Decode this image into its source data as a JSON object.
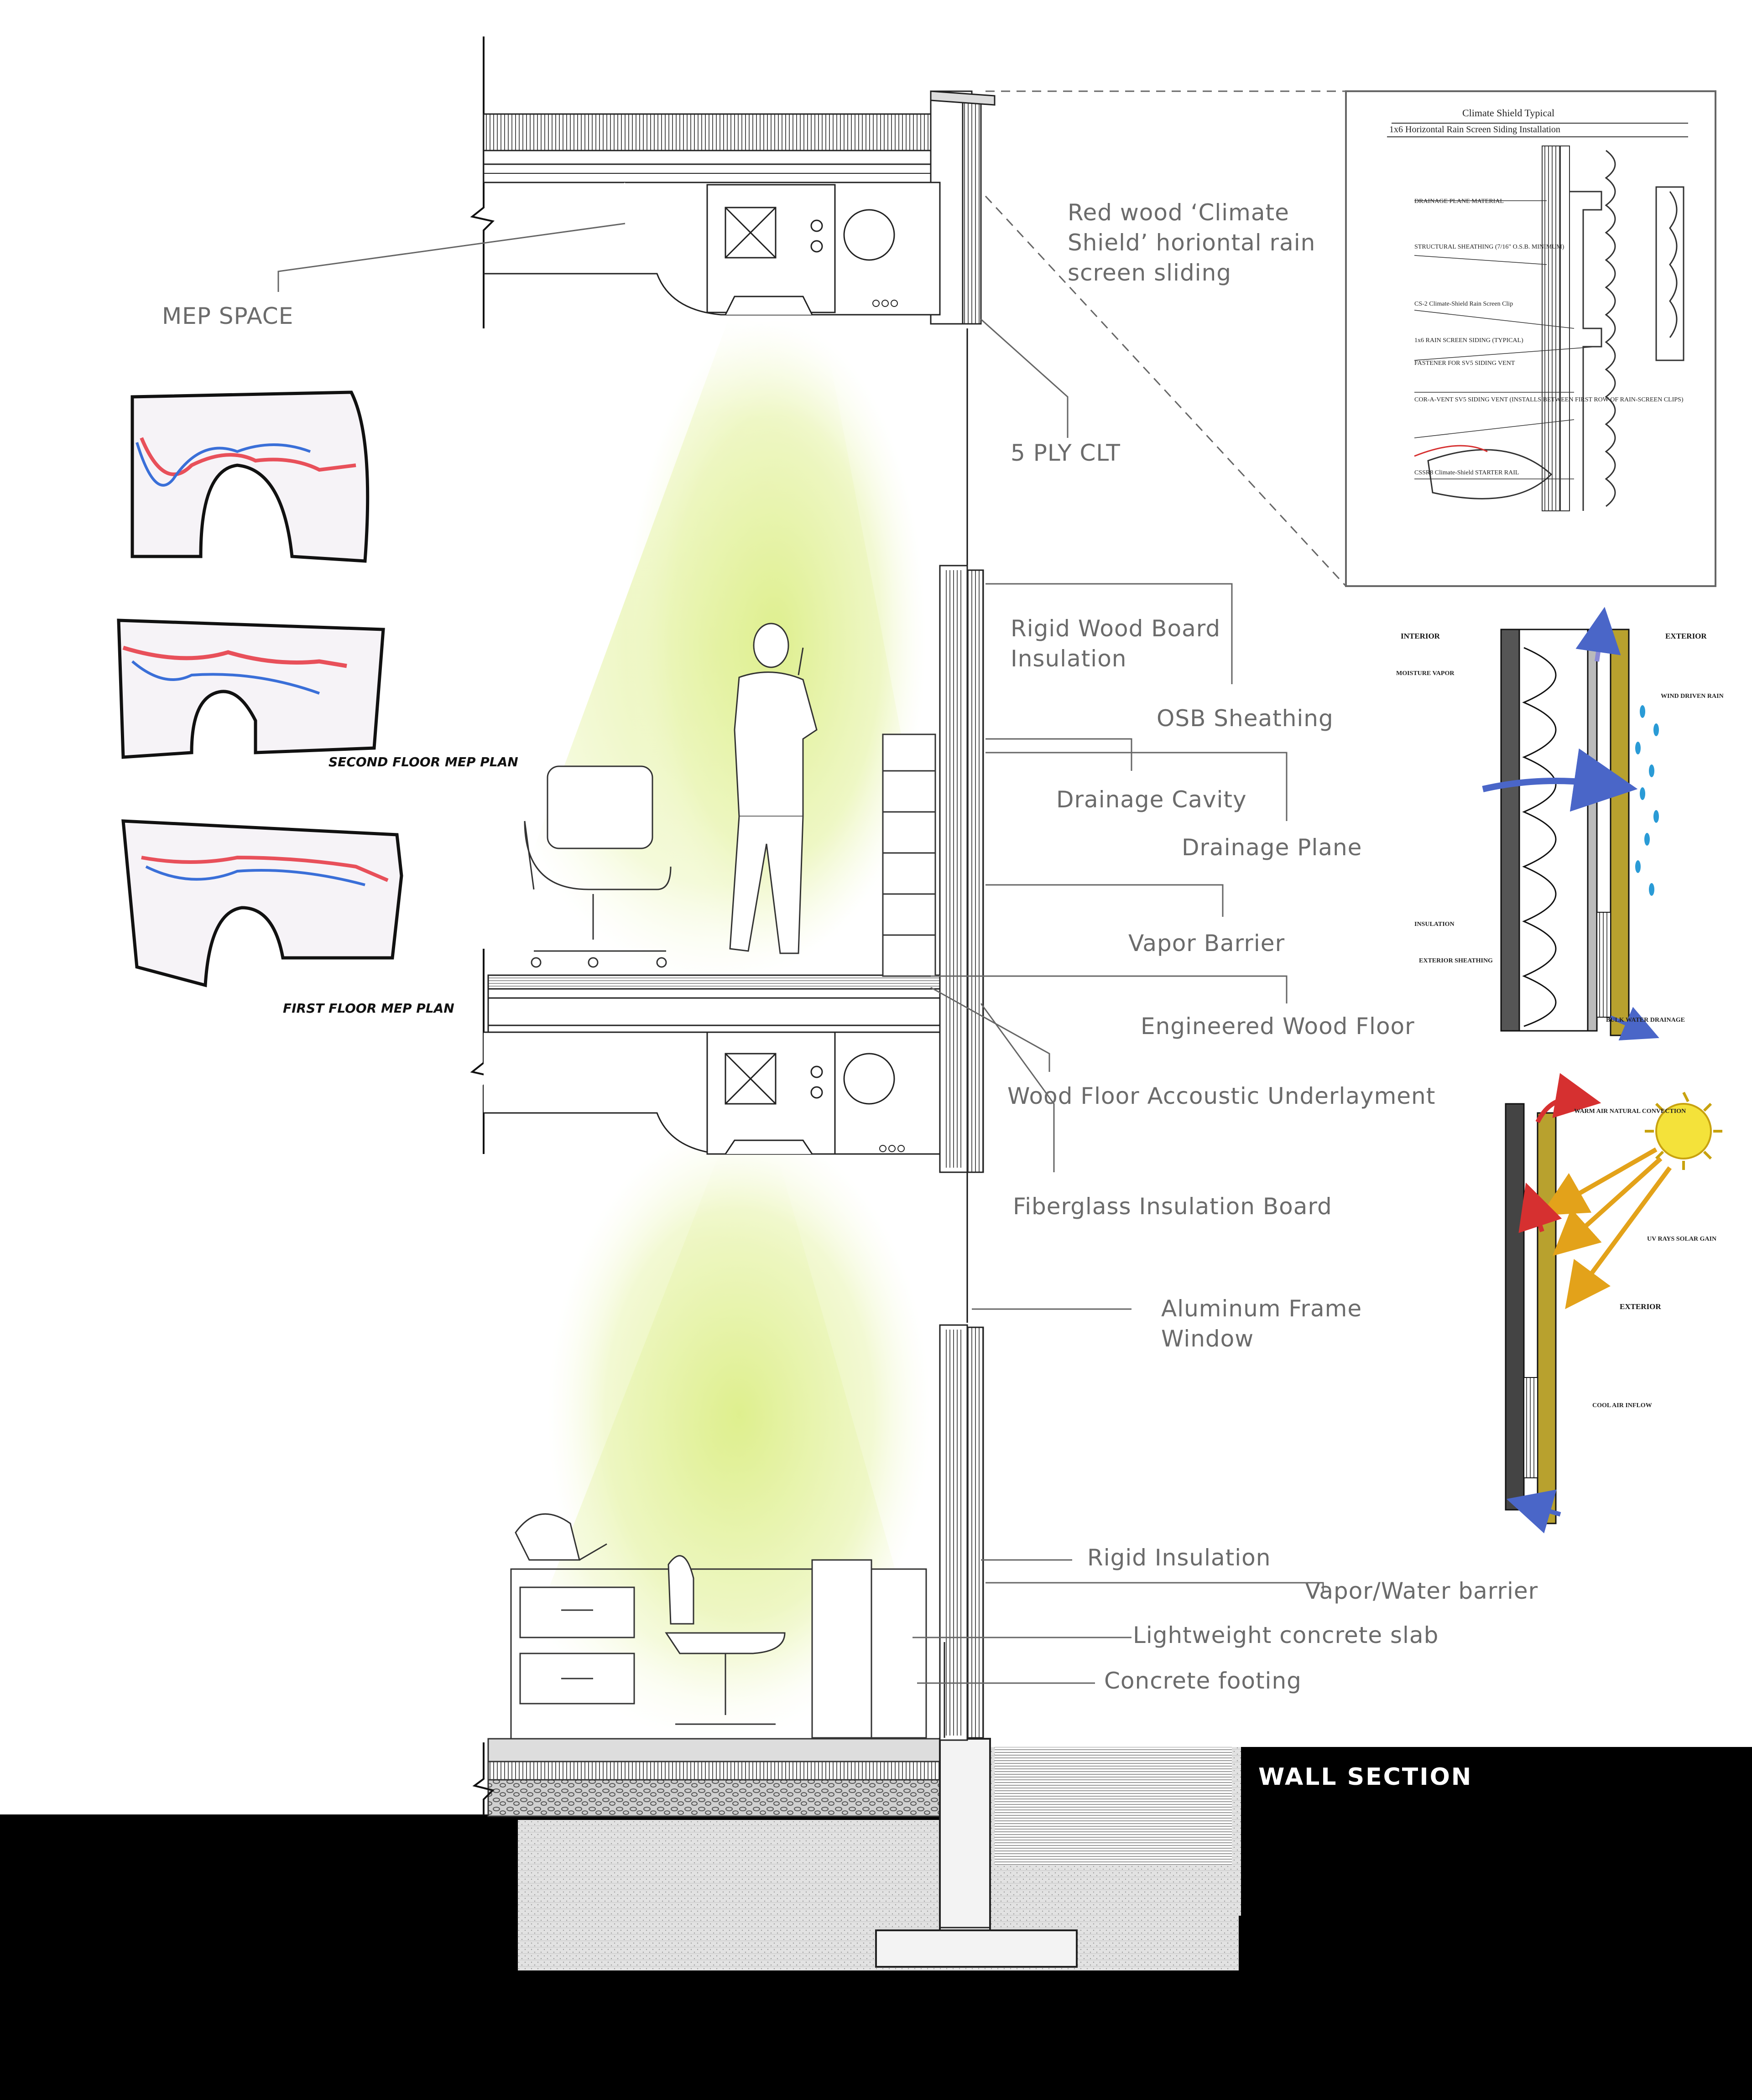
{
  "title": "WALL SECTION",
  "labels": {
    "mep_space": "MEP SPACE",
    "climate_shield": "Red wood ‘Climate Shield’ horiontal rain screen sliding",
    "clt": "5 PLY CLT",
    "rigid_wood": "Rigid Wood Board Insulation",
    "osb": "OSB Sheathing",
    "drainage_cavity": "Drainage Cavity",
    "drainage_plane": "Drainage Plane",
    "vapor_barrier": "Vapor Barrier",
    "engineered_floor": "Engineered Wood Floor",
    "underlayment": "Wood Floor Accoustic Underlayment",
    "fiberglass": "Fiberglass Insulation Board",
    "aluminum_window": "Aluminum Frame Window",
    "rigid_insulation": "Rigid Insulation",
    "vapor_water": "Vapor/Water barrier",
    "concrete_slab": "Lightweight concrete slab",
    "concrete_footing": "Concrete footing"
  },
  "detail_siding": {
    "title": "Climate Shield Typical",
    "subtitle": "1x6 Horizontal Rain Screen Siding Installation",
    "notes": [
      "DRAINAGE PLANE MATERIAL",
      "STRUCTURAL SHEATHING (7/16\" O.S.B. MINIMUM)",
      "CS-2 Climate-Shield Rain Screen Clip",
      "1x6 RAIN SCREEN SIDING (TYPICAL)",
      "FASTENER FOR SV5 SIDING VENT",
      "COR-A-VENT SV5 SIDING VENT (INSTALLS BETWEEN FIRST ROW OF RAIN-SCREEN CLIPS)",
      "CSSR8 Climate-Shield STARTER RAIL"
    ]
  },
  "detail_moisture": {
    "interior": "INTERIOR",
    "exterior": "EXTERIOR",
    "moisture_vapor": "MOISTURE VAPOR",
    "wind_rain": "WIND DRIVEN RAIN",
    "insulation": "INSULATION",
    "ext_sheathing": "EXTERIOR SHEATHING",
    "bulk_water": "BULK WATER DRAINAGE"
  },
  "detail_solar": {
    "warm_air": "WARM AIR NATURAL CONVECTION",
    "uv": "UV RAYS SOLAR GAIN",
    "exterior": "EXTERIOR",
    "cool_air": "COOL AIR INFLOW"
  },
  "sketches": {
    "second_floor": "SECOND FLOOR MEP PLAN",
    "first_floor": "FIRST FLOOR MEP PLAN"
  },
  "colors": {
    "ground": "#000000",
    "glow": "#e6f2a6",
    "siding": "#b8a12e",
    "label": "#6b6b6b",
    "supply_duct": "#e8505a",
    "return_duct": "#3a6fd8"
  }
}
